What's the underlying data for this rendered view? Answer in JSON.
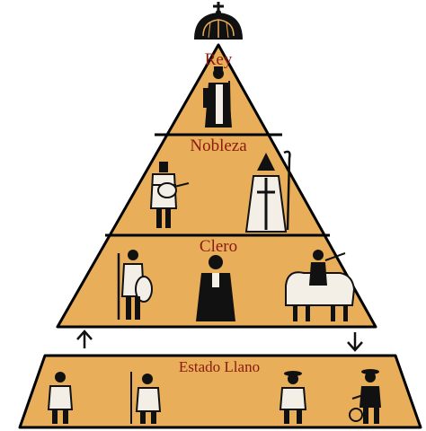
{
  "diagram": {
    "tiers": [
      {
        "id": "rey",
        "label": "Rey"
      },
      {
        "id": "nobleza",
        "label": "Nobleza"
      },
      {
        "id": "clero",
        "label": "Clero"
      }
    ],
    "base": {
      "label": "Estado Llano"
    },
    "colors": {
      "fill": "#e9ae5a",
      "outline": "#000000",
      "label": "#8b1a10",
      "figure": "#111111",
      "figure_light": "#f4efe6"
    },
    "arrows": [
      {
        "name": "up-arrow",
        "direction": "up"
      },
      {
        "name": "down-arrow",
        "direction": "down"
      }
    ]
  }
}
